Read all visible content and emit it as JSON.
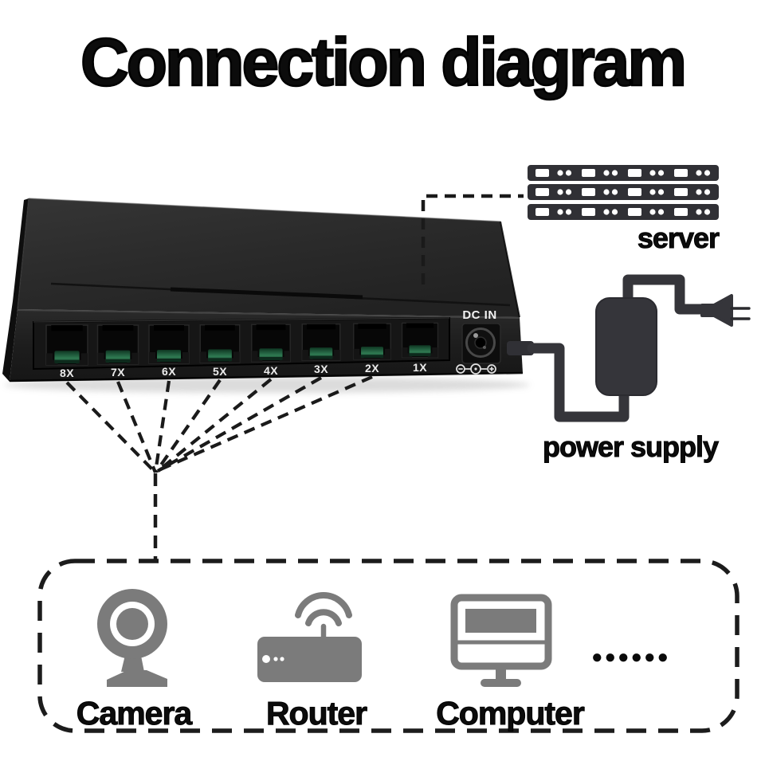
{
  "title": "Connection diagram",
  "switch": {
    "dc_in_label": "DC IN",
    "port_labels": [
      "8X",
      "7X",
      "6X",
      "5X",
      "4X",
      "3X",
      "2X",
      "1X"
    ]
  },
  "peripherals": {
    "server": "server",
    "power_supply": "power supply",
    "camera": "Camera",
    "router": "Router",
    "computer": "Computer",
    "more_devices": "●●●●●●"
  },
  "icons": {
    "server": "server-rack-icon",
    "power_supply": "power-adapter-icon",
    "camera": "webcam-icon",
    "router": "wifi-router-icon",
    "computer": "desktop-computer-icon",
    "dc_polarity": "dc-polarity-icon"
  },
  "colors": {
    "background": "#ffffff",
    "text": "#0d0d0d",
    "dashed_line": "#1a1a1a",
    "device_icon_gray": "#7b7b7b",
    "dark_icon": "#35353a",
    "switch_body": "#1f1f1f",
    "port_green": "#2f7a52"
  }
}
